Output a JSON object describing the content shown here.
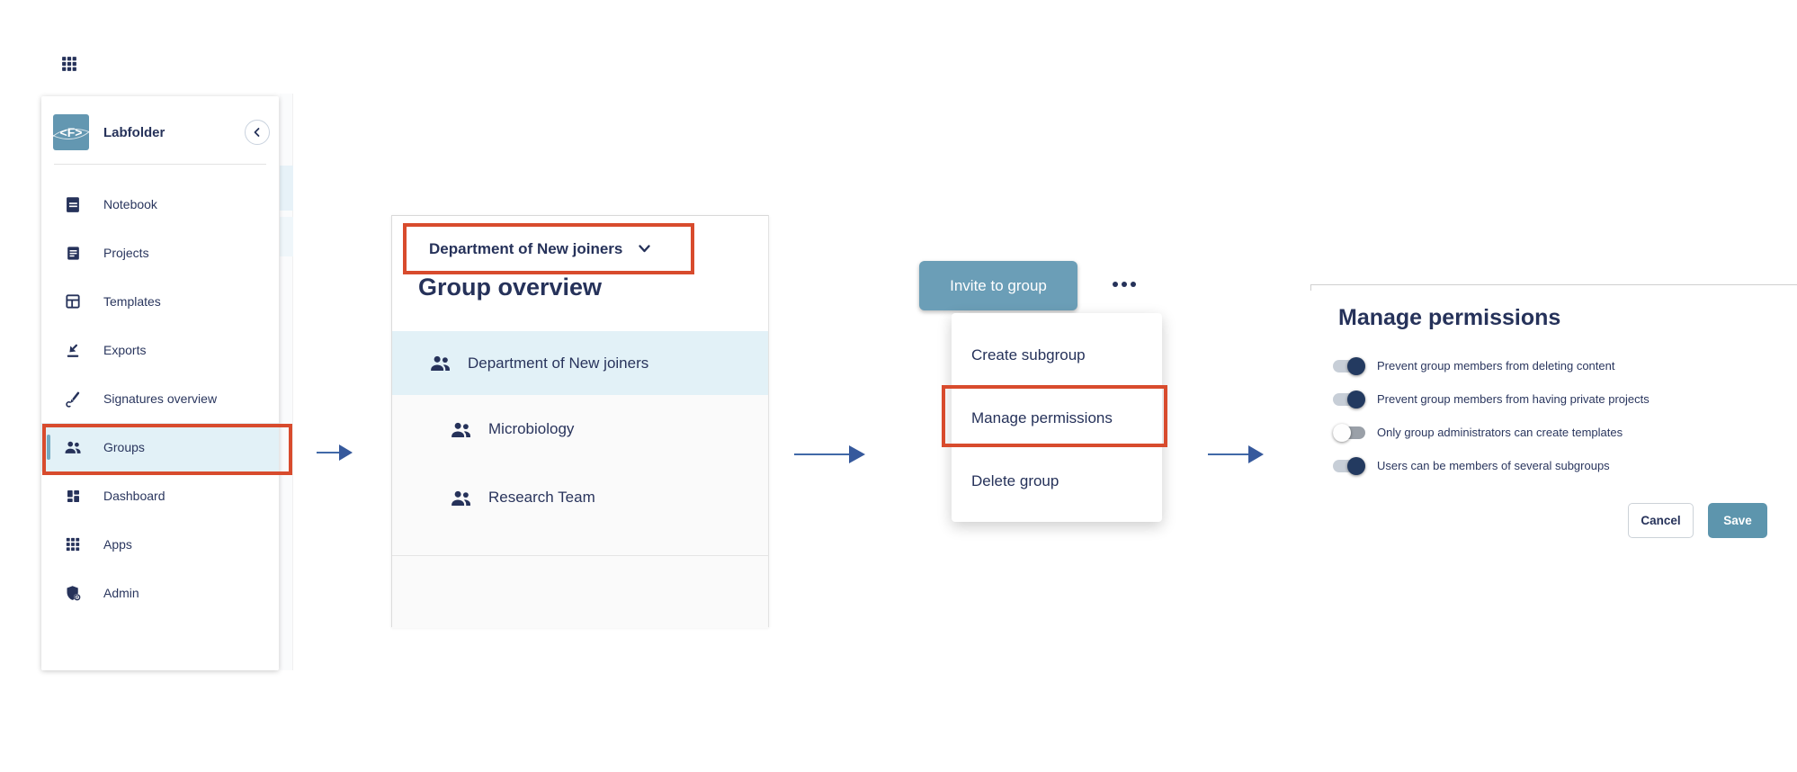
{
  "colors": {
    "navy_text": "#26325a",
    "annotation_red": "#d84b2d",
    "button_blue": "#6b9eb7",
    "save_blue": "#5d95ad",
    "highlight_blue": "#e2f1f7",
    "indicator_blue": "#74aac2",
    "arrow_blue": "#4169a8",
    "logo_blue": "#6397b1"
  },
  "launcher": {
    "icon": "grid-apps-icon"
  },
  "sidebar": {
    "brand": {
      "logo_text": "<F>",
      "name": "Labfolder",
      "collapse_icon": "chevron-left-icon"
    },
    "items": [
      {
        "label": "Notebook",
        "icon": "notebook-icon",
        "selected": false
      },
      {
        "label": "Projects",
        "icon": "projects-icon",
        "selected": false
      },
      {
        "label": "Templates",
        "icon": "templates-icon",
        "selected": false
      },
      {
        "label": "Exports",
        "icon": "exports-icon",
        "selected": false
      },
      {
        "label": "Signatures overview",
        "icon": "signature-icon",
        "selected": false
      },
      {
        "label": "Groups",
        "icon": "groups-icon",
        "selected": true
      },
      {
        "label": "Dashboard",
        "icon": "dashboard-icon",
        "selected": false
      },
      {
        "label": "Apps",
        "icon": "apps-icon",
        "selected": false
      },
      {
        "label": "Admin",
        "icon": "admin-icon",
        "selected": false
      }
    ]
  },
  "group_panel": {
    "selector": {
      "label": "Department of New joiners",
      "chevron_icon": "chevron-down-icon"
    },
    "title": "Group overview",
    "rows": [
      {
        "label": "Department of New joiners",
        "icon": "group-people-icon",
        "level": 0,
        "selected": true
      },
      {
        "label": "Microbiology",
        "icon": "group-people-icon",
        "level": 1,
        "selected": false
      },
      {
        "label": "Research Team",
        "icon": "group-people-icon",
        "level": 1,
        "selected": false
      }
    ]
  },
  "actions_panel": {
    "invite_label": "Invite to group",
    "more_icon": "ellipsis-icon",
    "menu": [
      "Create subgroup",
      "Manage permissions",
      "Delete group"
    ],
    "highlighted_item": "Manage permissions"
  },
  "permissions_panel": {
    "title": "Manage permissions",
    "toggles": [
      {
        "label": "Prevent group members from deleting content",
        "on": true
      },
      {
        "label": "Prevent group members from having private projects",
        "on": true
      },
      {
        "label": "Only group administrators can create templates",
        "on": false
      },
      {
        "label": "Users can be members of several subgroups",
        "on": true
      }
    ],
    "cancel_label": "Cancel",
    "save_label": "Save"
  }
}
